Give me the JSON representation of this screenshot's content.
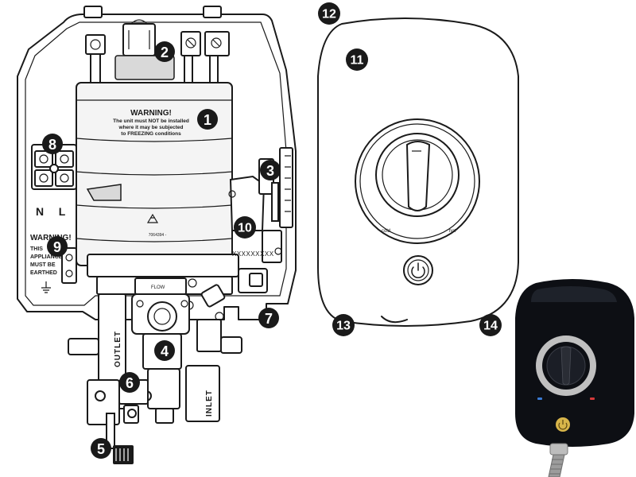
{
  "product_diagram": {
    "exploded_view": {
      "warning_label": {
        "title": "WARNING!",
        "line1": "The unit must NOT be installed",
        "line2": "where it may be subjected",
        "line3": "to FREEZING conditions"
      },
      "terminal_labels": {
        "neutral": "N",
        "live": "L"
      },
      "earth_warning": {
        "title": "WARNING!",
        "line1": "THIS",
        "line2": "APPLIANCE",
        "line3": "MUST BE",
        "line4": "EARTHED"
      },
      "part_code": "7064394 -",
      "serial_code": "XXXXXXXXX",
      "flow_label": "FLOW",
      "outlet_label": "OUTLET",
      "inlet_label": "INLET"
    },
    "front_cover": {
      "cold_label": "cold",
      "hot_label": "hot"
    },
    "product_photo": {
      "body_color": "#0d0f14",
      "ring_color": "#c0c0c0",
      "button_color": "#d8b54a",
      "cold_marker_color": "#3a7bd5",
      "hot_marker_color": "#d53a3a"
    }
  },
  "callouts": [
    {
      "number": "1"
    },
    {
      "number": "2"
    },
    {
      "number": "3"
    },
    {
      "number": "4"
    },
    {
      "number": "5"
    },
    {
      "number": "6"
    },
    {
      "number": "7"
    },
    {
      "number": "8"
    },
    {
      "number": "9"
    },
    {
      "number": "10"
    },
    {
      "number": "11"
    },
    {
      "number": "12"
    },
    {
      "number": "13"
    },
    {
      "number": "14"
    }
  ]
}
